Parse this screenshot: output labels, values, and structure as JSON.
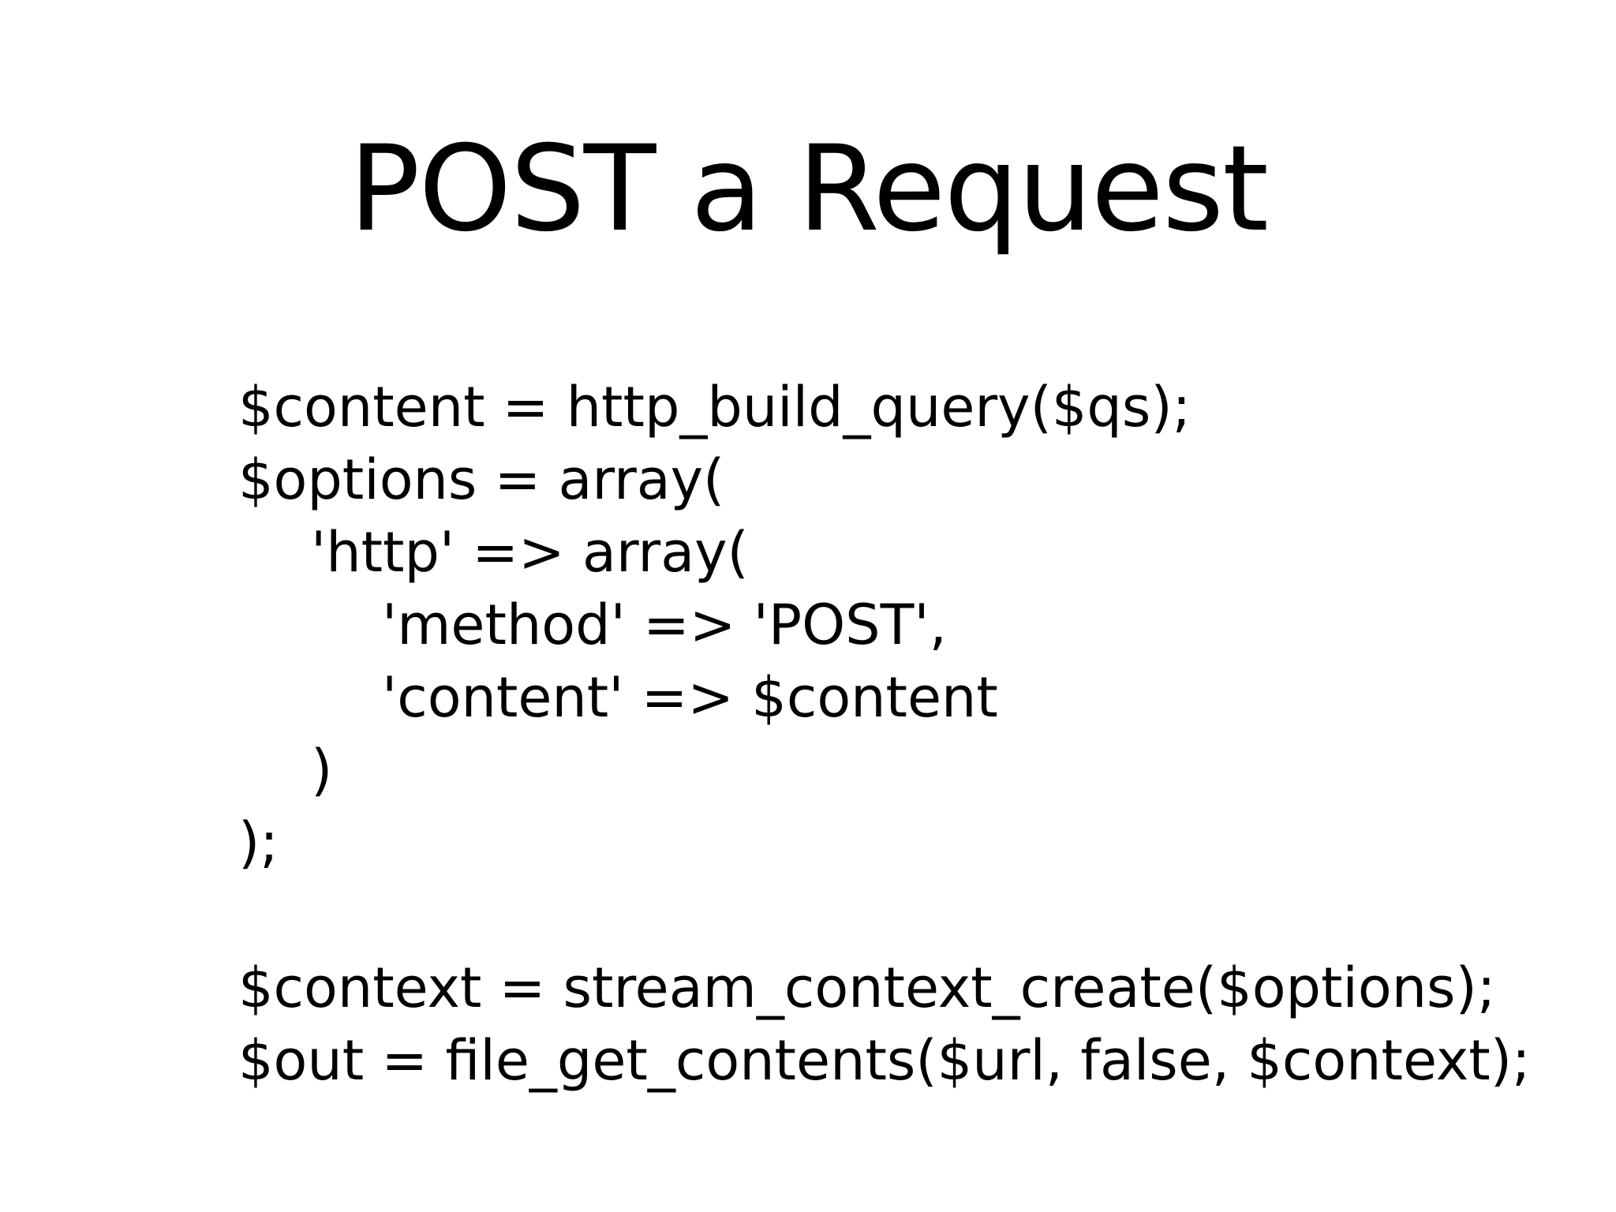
{
  "slide": {
    "title": "POST a Request",
    "code_block_1": [
      "$content = http_build_query($qs);",
      "$options = array(",
      "'http' => array(",
      "'method' => 'POST',",
      "'content' => $content",
      ")",
      ");"
    ],
    "code_block_2": [
      "$context = stream_context_create($options);",
      "$out = file_get_contents($url, false, $context);"
    ]
  }
}
